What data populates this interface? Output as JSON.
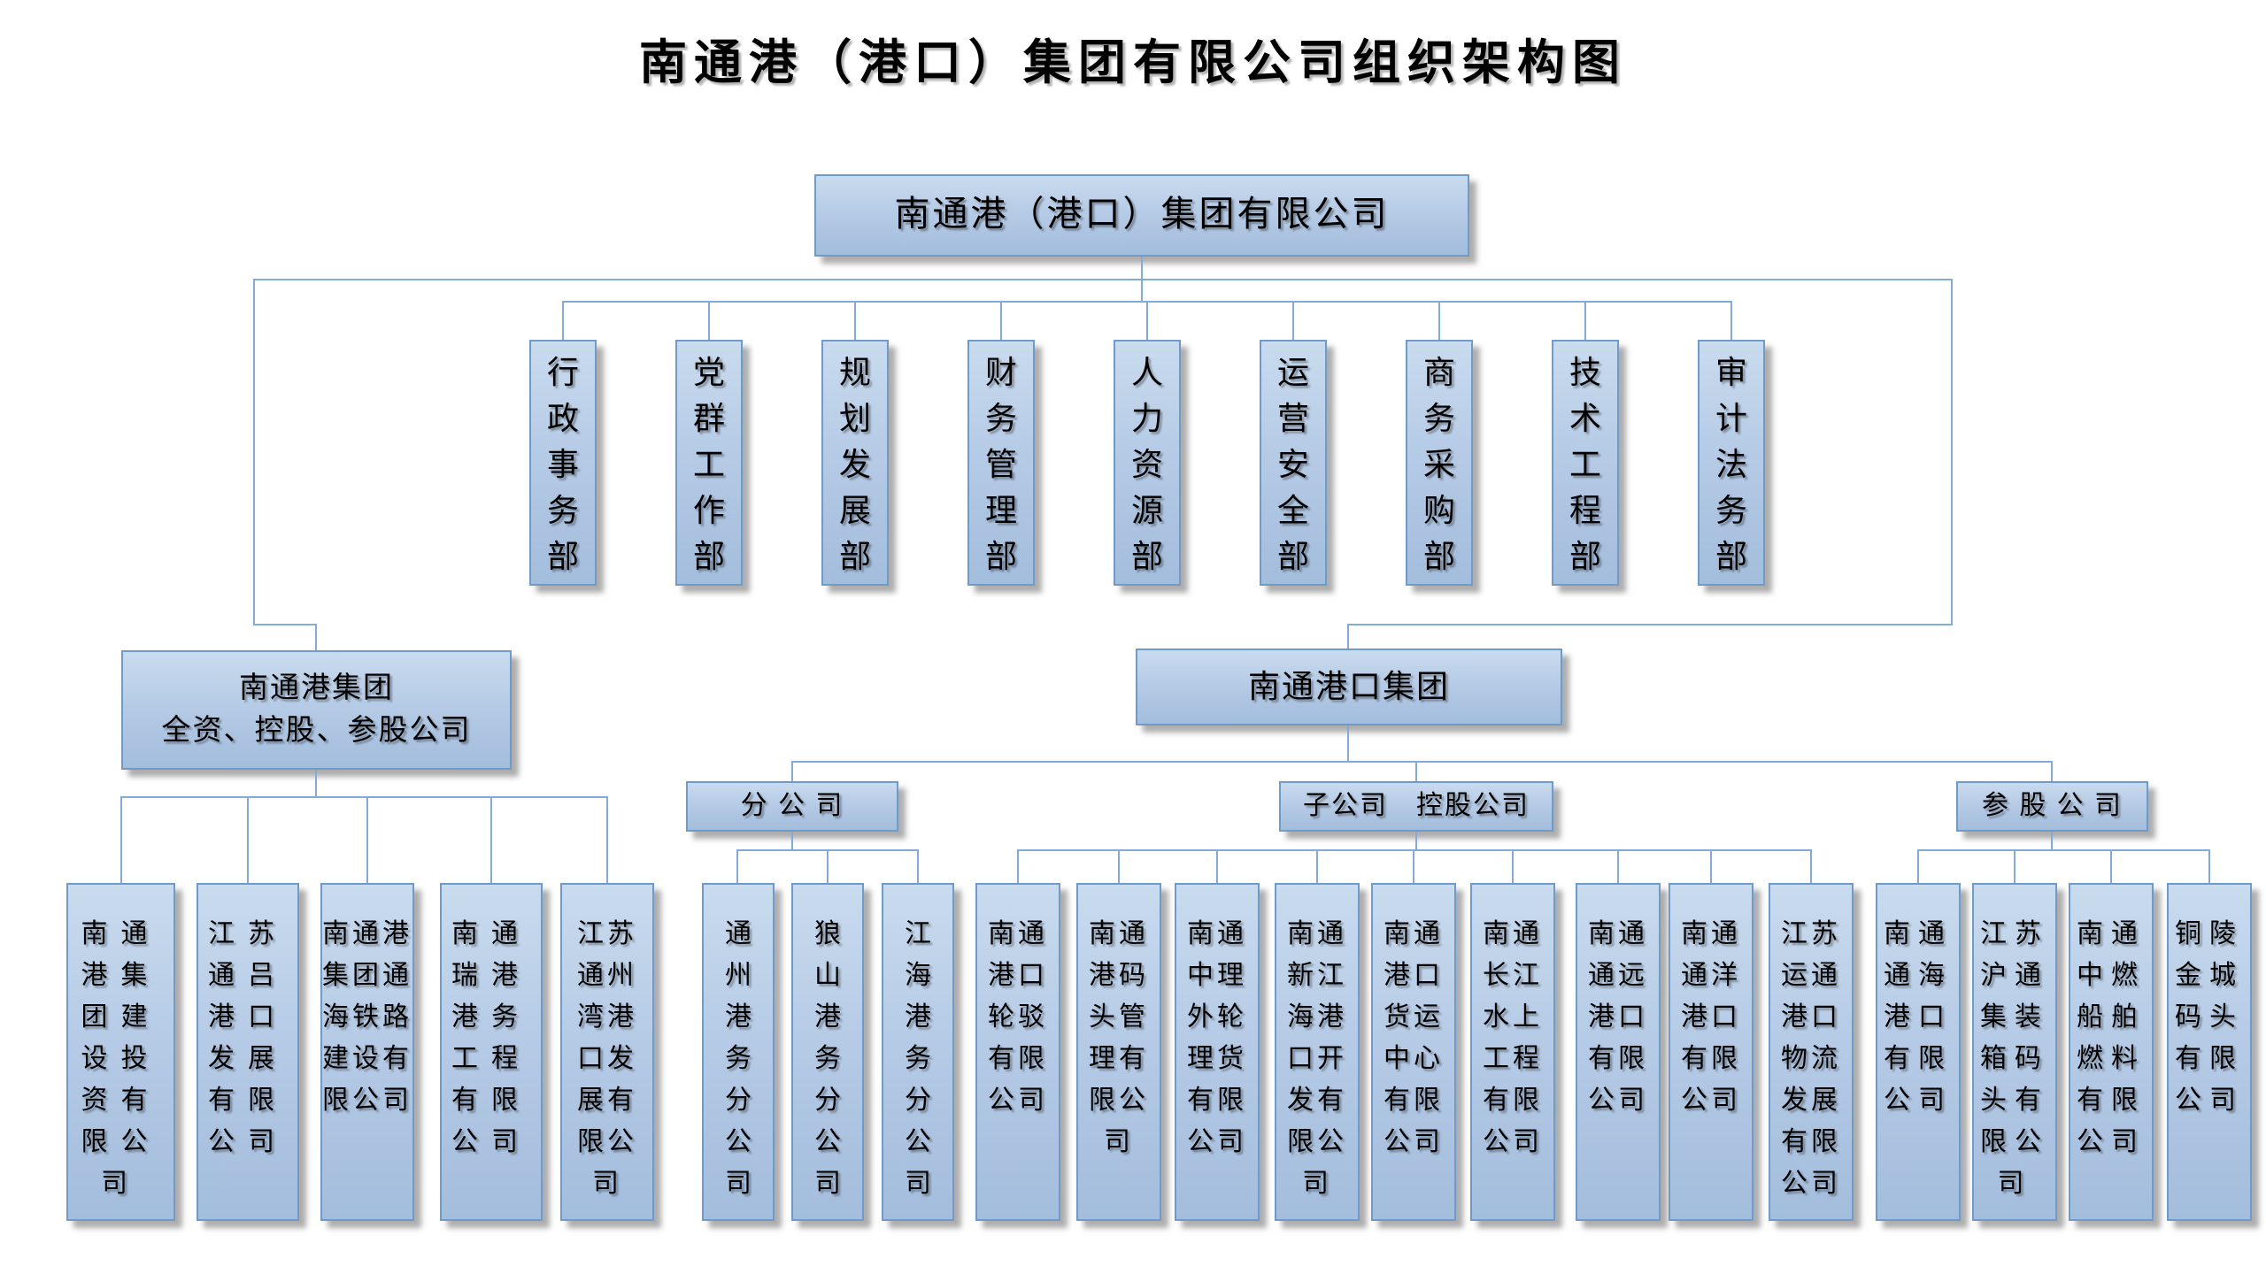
{
  "title": "南通港（港口）集团有限公司组织架构图",
  "root": {
    "label": "南通港（港口）集团有限公司"
  },
  "departments": [
    "行\n政\n事\n务\n部",
    "党\n群\n工\n作\n部",
    "规\n划\n发\n展\n部",
    "财\n务\n管\n理\n部",
    "人\n力\n资\n源\n部",
    "运\n营\n安\n全\n部",
    "商\n务\n采\n购\n部",
    "技\n术\n工\n程\n部",
    "审\n计\n法\n务\n部"
  ],
  "groups": {
    "left": {
      "title": "南通港集团\n全资、控股、参股公司",
      "companies": [
        "南通\n港集\n团建\n设投\n资有\n限公\n司",
        "江苏\n通吕\n港口\n发展\n有限\n公司",
        "南通港\n集团通\n海铁路\n建设有\n限公司",
        "南通\n瑞港\n港务\n工程\n有限\n公司",
        "江苏\n通州\n湾港\n口发\n展有\n限公\n司"
      ]
    },
    "right": {
      "title": "南通港口集团",
      "categories": [
        {
          "label": "分 公 司",
          "companies": [
            "通\n州\n港\n务\n分\n公\n司",
            "狼\n山\n港\n务\n分\n公\n司",
            "江\n海\n港\n务\n分\n公\n司"
          ]
        },
        {
          "label": "子公司　控股公司",
          "companies": [
            "南通\n港口\n轮驳\n有限\n公司",
            "南通\n港码\n头管\n理有\n限公\n司",
            "南通\n中理\n外轮\n理货\n有限\n公司",
            "南通\n新江\n海港\n口开\n发有\n限公\n司",
            "南通\n港口\n货运\n中心\n有限\n公司",
            "南通\n长江\n水上\n工程\n有限\n公司",
            "南通\n通远\n港口\n有限\n公司",
            "南通\n通洋\n港口\n有限\n公司",
            "江苏\n运通\n港口\n物流\n发展\n有限\n公司"
          ]
        },
        {
          "label": "参 股 公 司",
          "companies": [
            "南通\n通海\n港口\n有限\n公司",
            "江苏\n沪通\n集装\n箱码\n头有\n限公\n司",
            "南通\n中燃\n船舶\n燃料\n有限\n公司",
            "铜陵\n金城\n码头\n有限\n公司"
          ]
        }
      ]
    }
  },
  "colors": {
    "box_fill_top": "#c9dbee",
    "box_fill_bottom": "#a3bddc",
    "box_border": "#6f9bcb",
    "connector_line": "#84abd7",
    "text": "#000000"
  }
}
